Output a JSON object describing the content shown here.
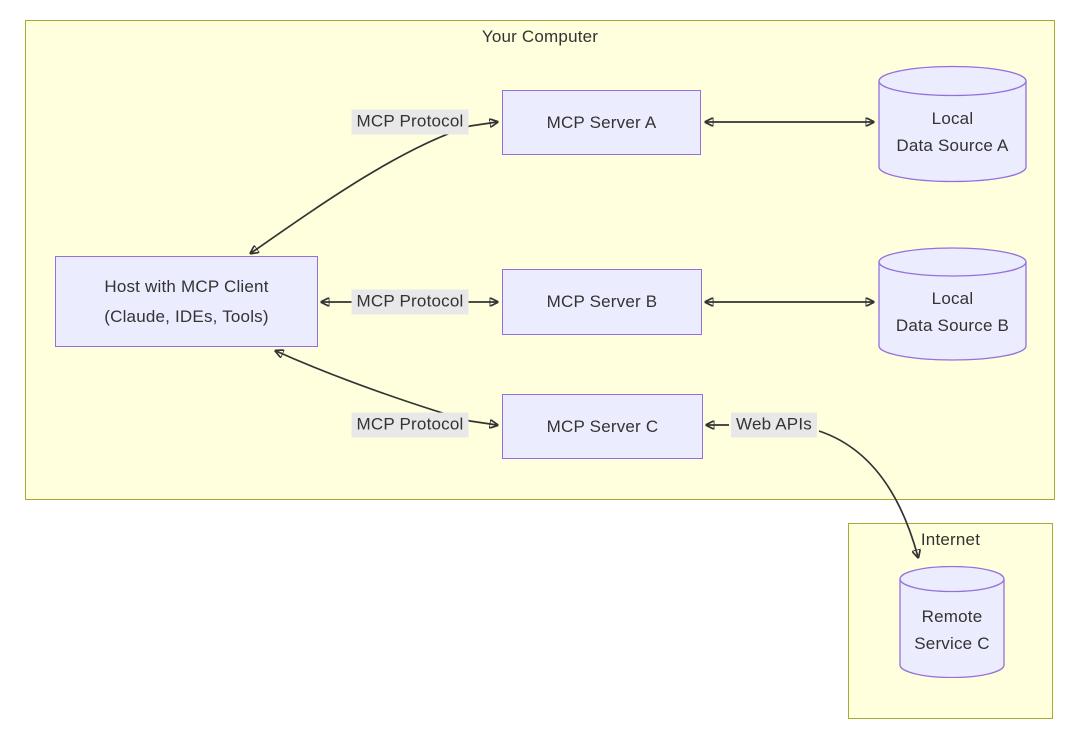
{
  "containers": {
    "your_computer": "Your Computer",
    "internet": "Internet"
  },
  "nodes": {
    "host": {
      "line1": "Host with MCP Client",
      "line2": "(Claude, IDEs, Tools)"
    },
    "server_a": {
      "line1": "MCP Server A"
    },
    "server_b": {
      "line1": "MCP Server B"
    },
    "server_c": {
      "line1": "MCP Server C"
    },
    "data_a": {
      "line1": "Local",
      "line2": "Data Source A"
    },
    "data_b": {
      "line1": "Local",
      "line2": "Data Source B"
    },
    "remote_c": {
      "line1": "Remote",
      "line2": "Service C"
    }
  },
  "edge_labels": {
    "protocol_a": "MCP Protocol",
    "protocol_b": "MCP Protocol",
    "protocol_c": "MCP Protocol",
    "web_apis": "Web APIs"
  },
  "colors": {
    "canvas_bg": "#ffffff",
    "cluster_fill": "#ffffde",
    "cluster_border": "#aaaa33",
    "node_fill": "#ececff",
    "node_border": "#9370db",
    "edge_label_bg": "#e8e8e8",
    "edge_stroke": "#333333",
    "text": "#333333"
  }
}
